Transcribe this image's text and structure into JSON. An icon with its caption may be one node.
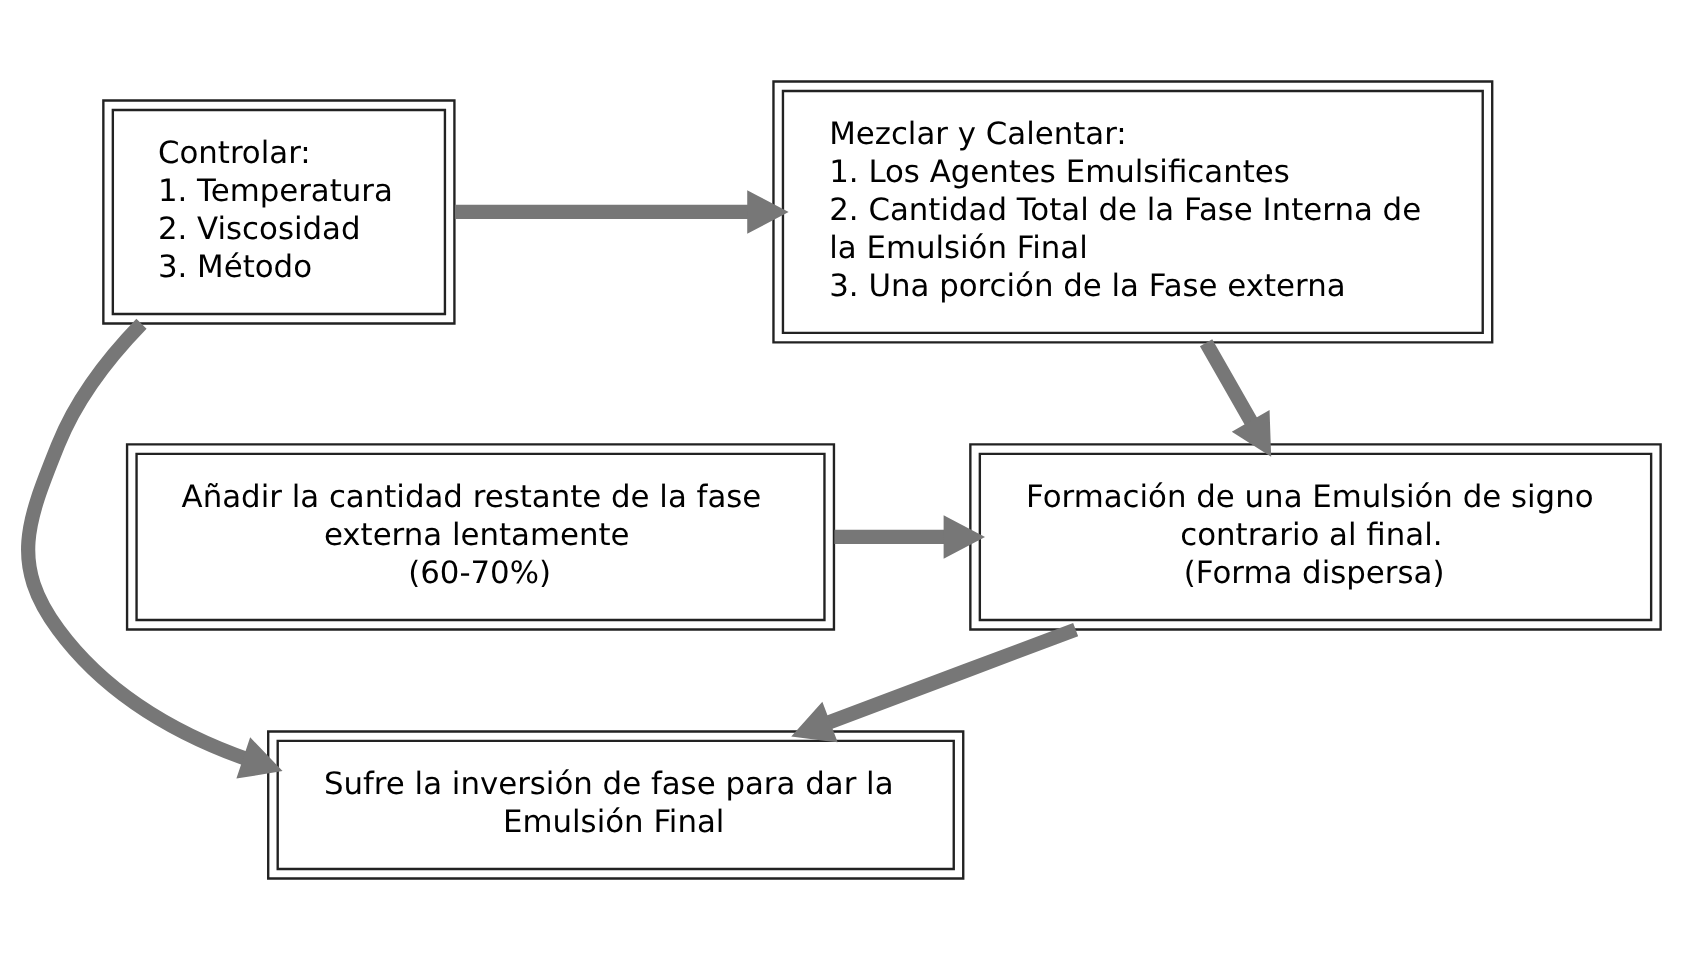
{
  "diagram": {
    "nodes": [
      {
        "text": [
          "Mezclar y Calentar:",
          "1. Los Agentes Emulsificantes",
          "2. Cantidad Total de la Fase Interna de la Emulsión Final",
          "3. Una porción de la Fase externa"
        ]
      },
      {
        "text": [
          "Controlar:",
          "1. Temperatura",
          "2. Viscosidad",
          "3. Método"
        ]
      },
      {
        "text": [
          "Formación de una Emulsión de signo contrario al final.",
          "(Forma dispersa)"
        ]
      },
      {
        "text": [
          "Añadir la cantidad restante de la fase externa lentamente",
          "(60-70%)"
        ]
      },
      {
        "text": [
          "Sufre la inversión de fase para dar la Emulsión Final"
        ]
      }
    ],
    "edges": [
      {
        "from": 1,
        "to": 0,
        "arrow": "to"
      },
      {
        "from": 0,
        "to": 2,
        "arrow": "to"
      },
      {
        "from": 3,
        "to": 2,
        "arrow": "to"
      },
      {
        "from": 1,
        "to": 4,
        "arrow": "to"
      },
      {
        "from": 2,
        "to": 4,
        "arrow": "to"
      }
    ]
  }
}
